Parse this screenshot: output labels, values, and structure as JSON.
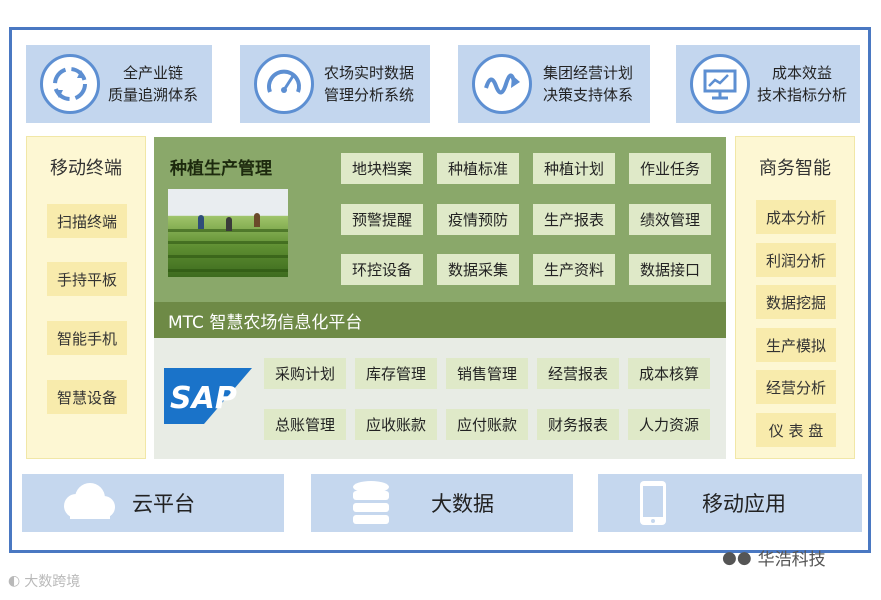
{
  "top_tiles": [
    {
      "line1": "全产业链",
      "line2": "质量追溯体系",
      "icon": "recycle-arrows-icon"
    },
    {
      "line1": "农场实时数据",
      "line2": "管理分析系统",
      "icon": "speedometer-icon"
    },
    {
      "line1": "集团经营计划",
      "line2": "决策支持体系",
      "icon": "wave-arrow-icon"
    },
    {
      "line1": "成本效益",
      "line2": "技术指标分析",
      "icon": "monitor-chart-icon"
    }
  ],
  "left_panel": {
    "title": "移动终端",
    "items": [
      "扫描终端",
      "手持平板",
      "智能手机",
      "智慧设备"
    ]
  },
  "right_panel": {
    "title": "商务智能",
    "items": [
      "成本分析",
      "利润分析",
      "数据挖掘",
      "生产模拟",
      "经营分析",
      "仪 表 盘"
    ]
  },
  "planting": {
    "title": "种植生产管理",
    "items": [
      "地块档案",
      "种植标准",
      "种植计划",
      "作业任务",
      "预警提醒",
      "疫情预防",
      "生产报表",
      "绩效管理",
      "环控设备",
      "数据采集",
      "生产资料",
      "数据接口"
    ]
  },
  "platform": {
    "label": "MTC 智慧农场信息化平台"
  },
  "sap": {
    "logo_text": "SAP",
    "items": [
      "采购计划",
      "库存管理",
      "销售管理",
      "经营报表",
      "成本核算",
      "总账管理",
      "应收账款",
      "应付账款",
      "财务报表",
      "人力资源"
    ]
  },
  "bottom_tiles": [
    {
      "label": "云平台",
      "icon": "cloud-icon"
    },
    {
      "label": "大数据",
      "icon": "database-icon"
    },
    {
      "label": "移动应用",
      "icon": "smartphone-icon"
    }
  ],
  "watermarks": {
    "left": "大数跨境",
    "right": "华浩科技"
  },
  "colors": {
    "frame": "#4a78c2",
    "top_tile": "#c3d6ee",
    "side_panel": "#fdf7d3",
    "side_item": "#f8ebac",
    "green_module": "#8aa86a",
    "platform_bar": "#6e8a46",
    "sap_area": "#e8ece5",
    "chip": "#dfe9c8",
    "sap_blue": "#1a73c9"
  }
}
